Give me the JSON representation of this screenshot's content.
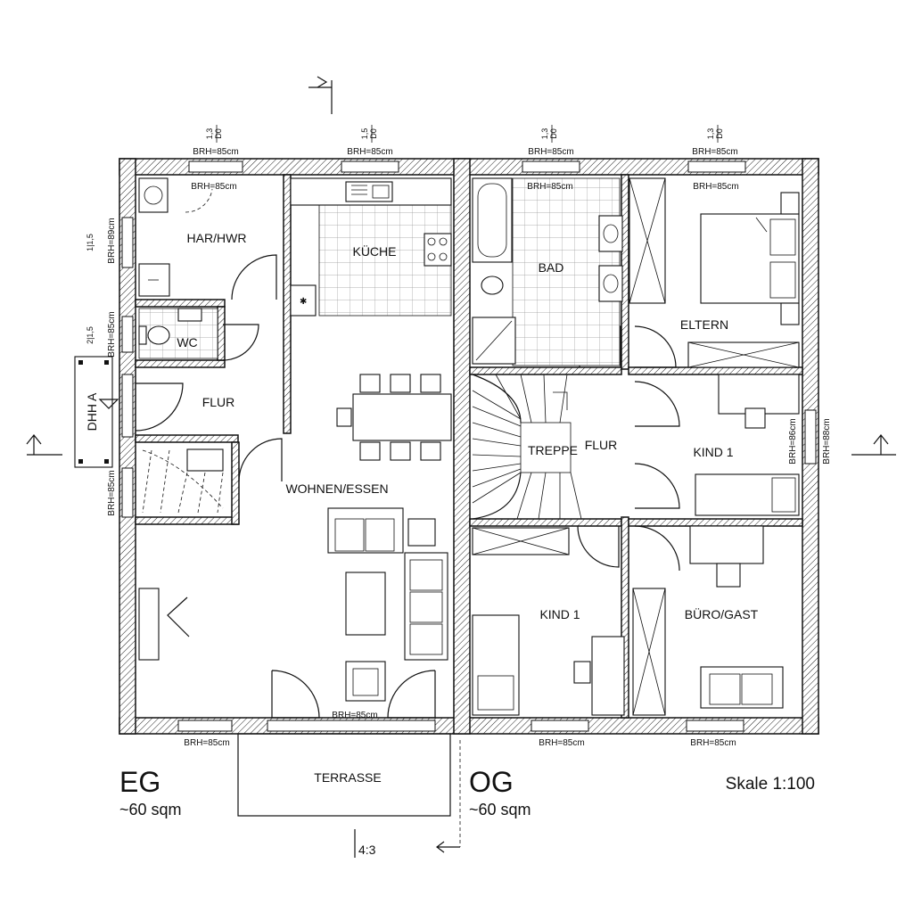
{
  "plan": {
    "floors": [
      {
        "name": "EG",
        "area": "~60 sqm"
      },
      {
        "name": "OG",
        "area": "~60 sqm"
      }
    ],
    "scale": "Skale 1:100",
    "terrace": "TERRASSE",
    "section_mark": "4:3",
    "entrance": "DHH A",
    "rooms_eg": {
      "har": "HAR/HWR",
      "kueche": "KÜCHE",
      "wc": "WC",
      "flur": "FLUR",
      "wohnen": "WOHNEN/ESSEN"
    },
    "rooms_og": {
      "bad": "BAD",
      "eltern": "ELTERN",
      "treppe": "TREPPE",
      "flur": "FLUR",
      "kind1a": "KIND 1",
      "kind1b": "KIND 1",
      "buero": "BÜRO/GAST"
    },
    "window_labels": {
      "brh85": "BRH=85cm",
      "brh89": "BRH=89cm",
      "brh88": "BRH=88cm",
      "brh86": "BRH=86cm",
      "dim13": "1,3",
      "dimD0": "D0",
      "dim15": "1,5",
      "dim11": "1|1,5",
      "dim21": "2|1,5"
    }
  }
}
